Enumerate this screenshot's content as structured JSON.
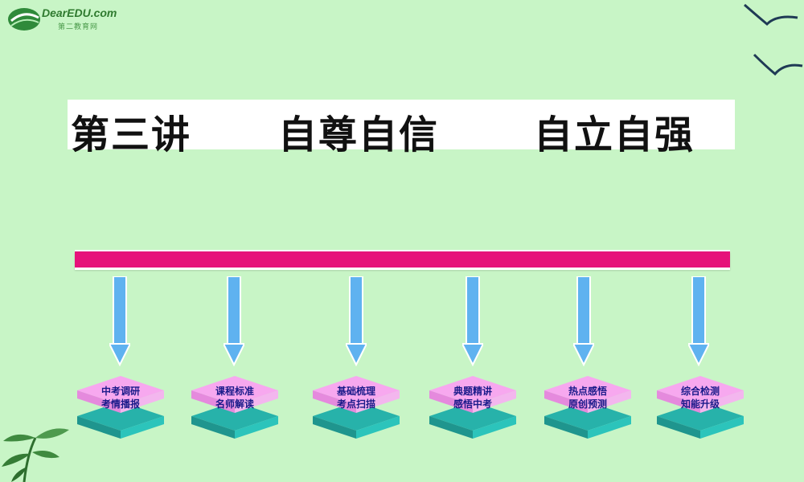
{
  "logo": {
    "text": "DearEDU.com",
    "subtext": "第二教育网"
  },
  "title": {
    "part1": "第三讲",
    "part2": "自尊自信",
    "part3": "自立自强"
  },
  "nodes": [
    {
      "line1": "中考调研",
      "line2": "考情播报"
    },
    {
      "line1": "课程标准",
      "line2": "名师解读"
    },
    {
      "line1": "基础梳理",
      "line2": "考点扫描"
    },
    {
      "line1": "典题精讲",
      "line2": "感悟中考"
    },
    {
      "line1": "热点感悟",
      "line2": "原创预测"
    },
    {
      "line1": "综合检测",
      "line2": "知能升级"
    }
  ],
  "colors": {
    "background": "#c8f5c6",
    "bar": "#e6127a",
    "arrow": "#5fb2f0",
    "node_top": "#f6a8f0",
    "node_side": "#2fb8b0"
  }
}
